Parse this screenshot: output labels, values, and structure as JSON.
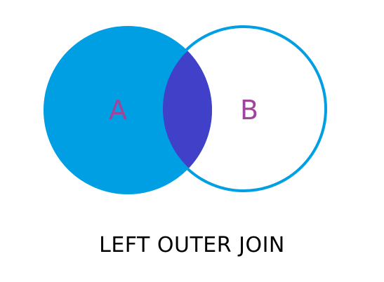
{
  "diagram": {
    "set_a_label": "A",
    "set_b_label": "B",
    "caption": "LEFT OUTER JOIN"
  },
  "colors": {
    "background": "#ffffff",
    "set_a_fill": "#009fe3",
    "intersection_fill": "#4040c8",
    "set_b_stroke": "#009fe3",
    "label_color": "#a0449e",
    "caption_color": "#000000"
  }
}
